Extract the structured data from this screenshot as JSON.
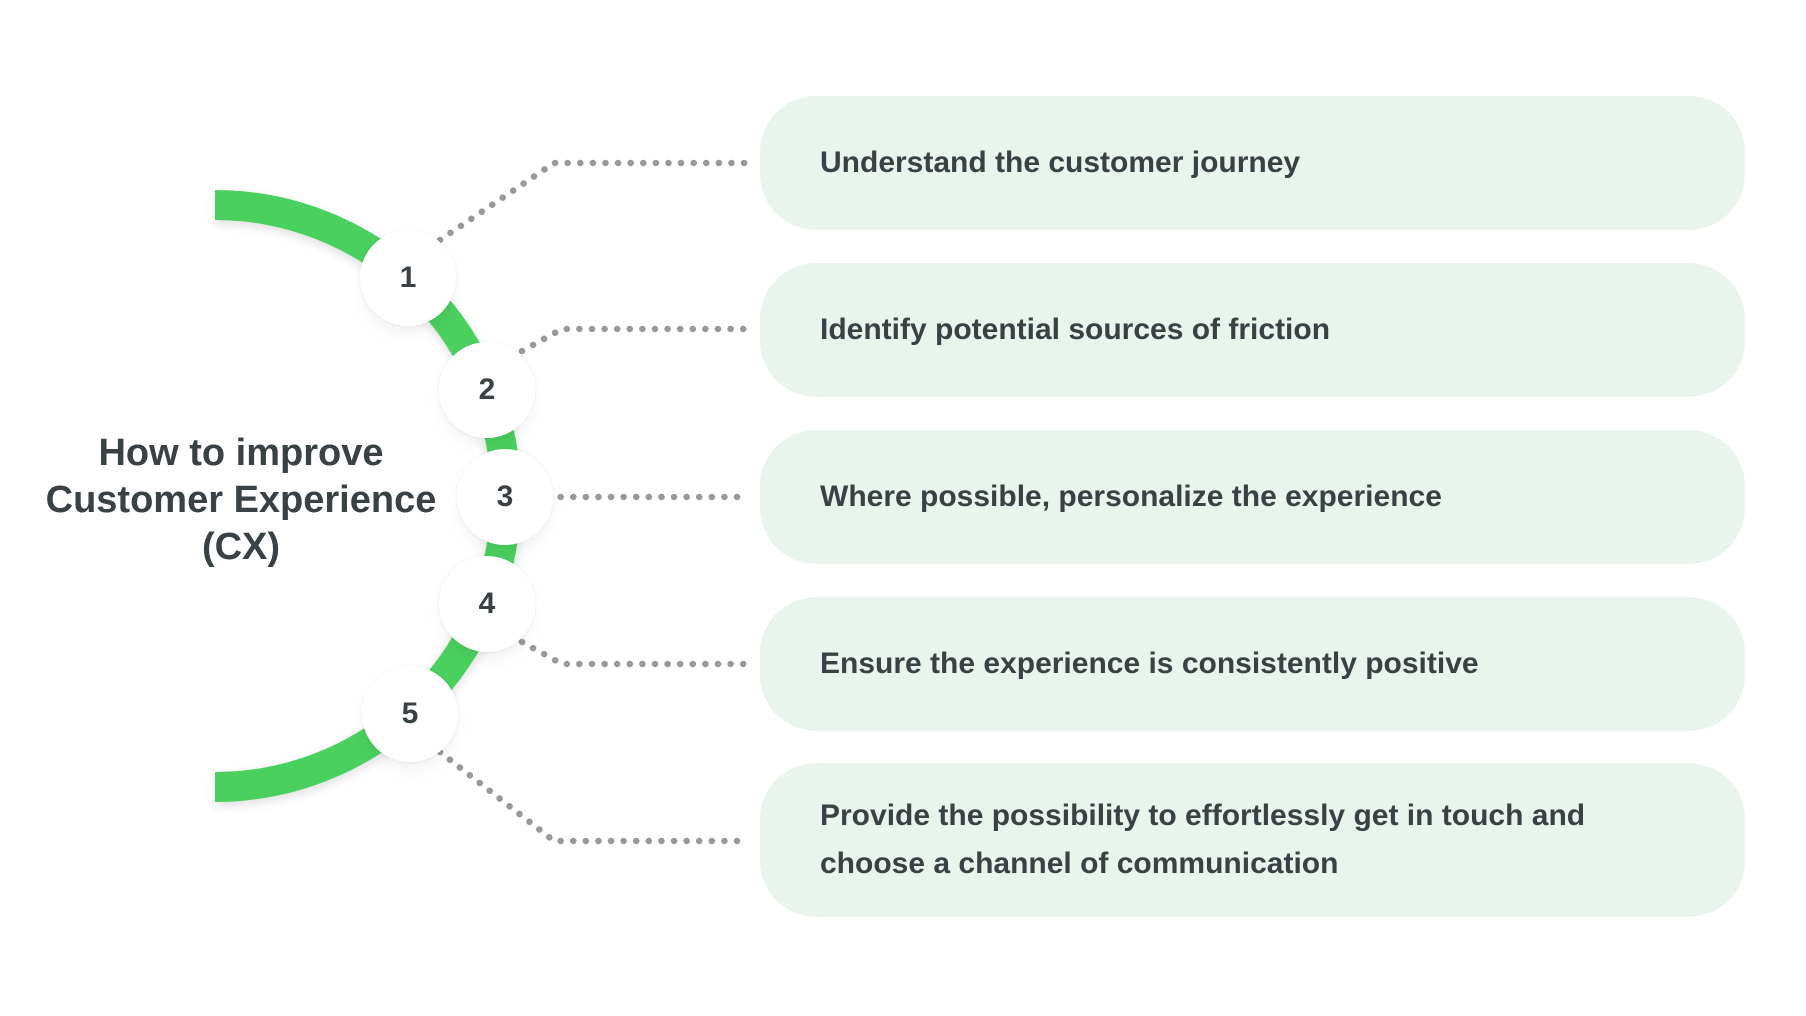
{
  "title": "How to improve\nCustomer Experience\n(CX)",
  "steps": [
    {
      "number": "1",
      "label": "Understand the customer journey"
    },
    {
      "number": "2",
      "label": "Identify potential sources of friction"
    },
    {
      "number": "3",
      "label": "Where possible, personalize the experience"
    },
    {
      "number": "4",
      "label": "Ensure the experience is consistently positive"
    },
    {
      "number": "5",
      "label": "Provide the possibility to effortlessly get in touch and\nchoose a channel of communication"
    }
  ],
  "colors": {
    "arc_green": "#4AD05E",
    "card_fill": "#E9F5EC",
    "text_dark": "#3A4145",
    "dot_gray": "#97999B",
    "background": "#FFFFFF"
  }
}
